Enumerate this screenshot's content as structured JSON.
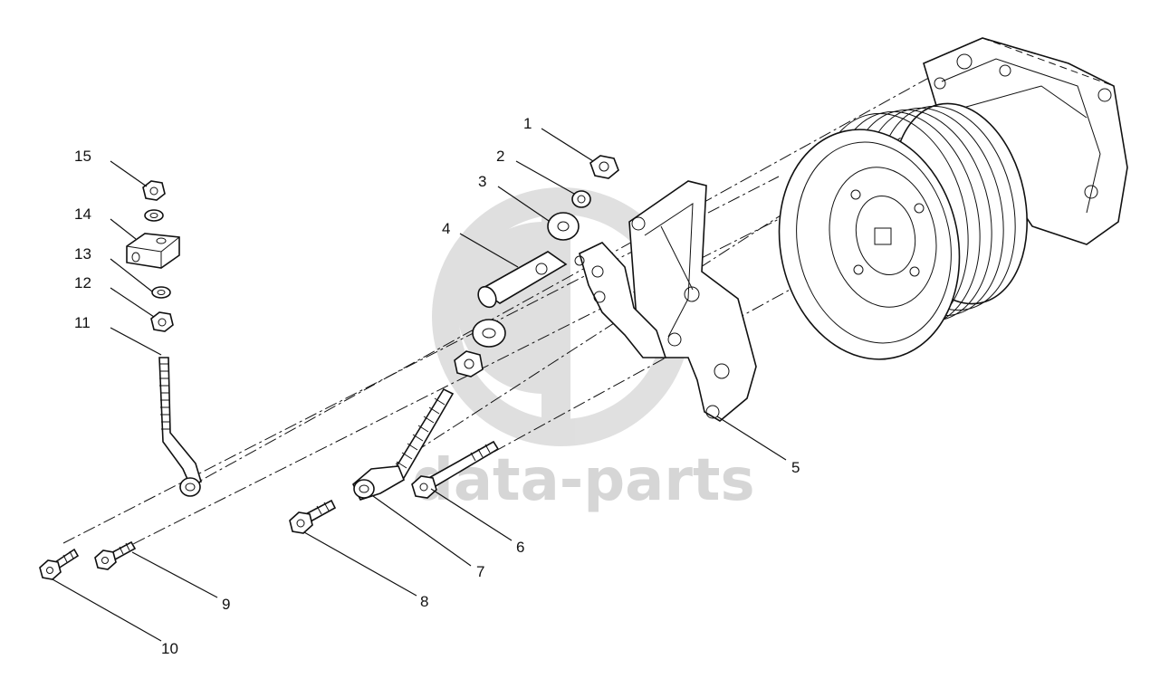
{
  "watermark": {
    "text": "data-parts",
    "color": "#c9c9c9"
  },
  "callouts": [
    {
      "id": 1,
      "label": "1"
    },
    {
      "id": 2,
      "label": "2"
    },
    {
      "id": 3,
      "label": "3"
    },
    {
      "id": 4,
      "label": "4"
    },
    {
      "id": 5,
      "label": "5"
    },
    {
      "id": 6,
      "label": "6"
    },
    {
      "id": 7,
      "label": "7"
    },
    {
      "id": 8,
      "label": "8"
    },
    {
      "id": 9,
      "label": "9"
    },
    {
      "id": 10,
      "label": "10"
    },
    {
      "id": 11,
      "label": "11"
    },
    {
      "id": 12,
      "label": "12"
    },
    {
      "id": 13,
      "label": "13"
    },
    {
      "id": 14,
      "label": "14"
    },
    {
      "id": 15,
      "label": "15"
    }
  ]
}
